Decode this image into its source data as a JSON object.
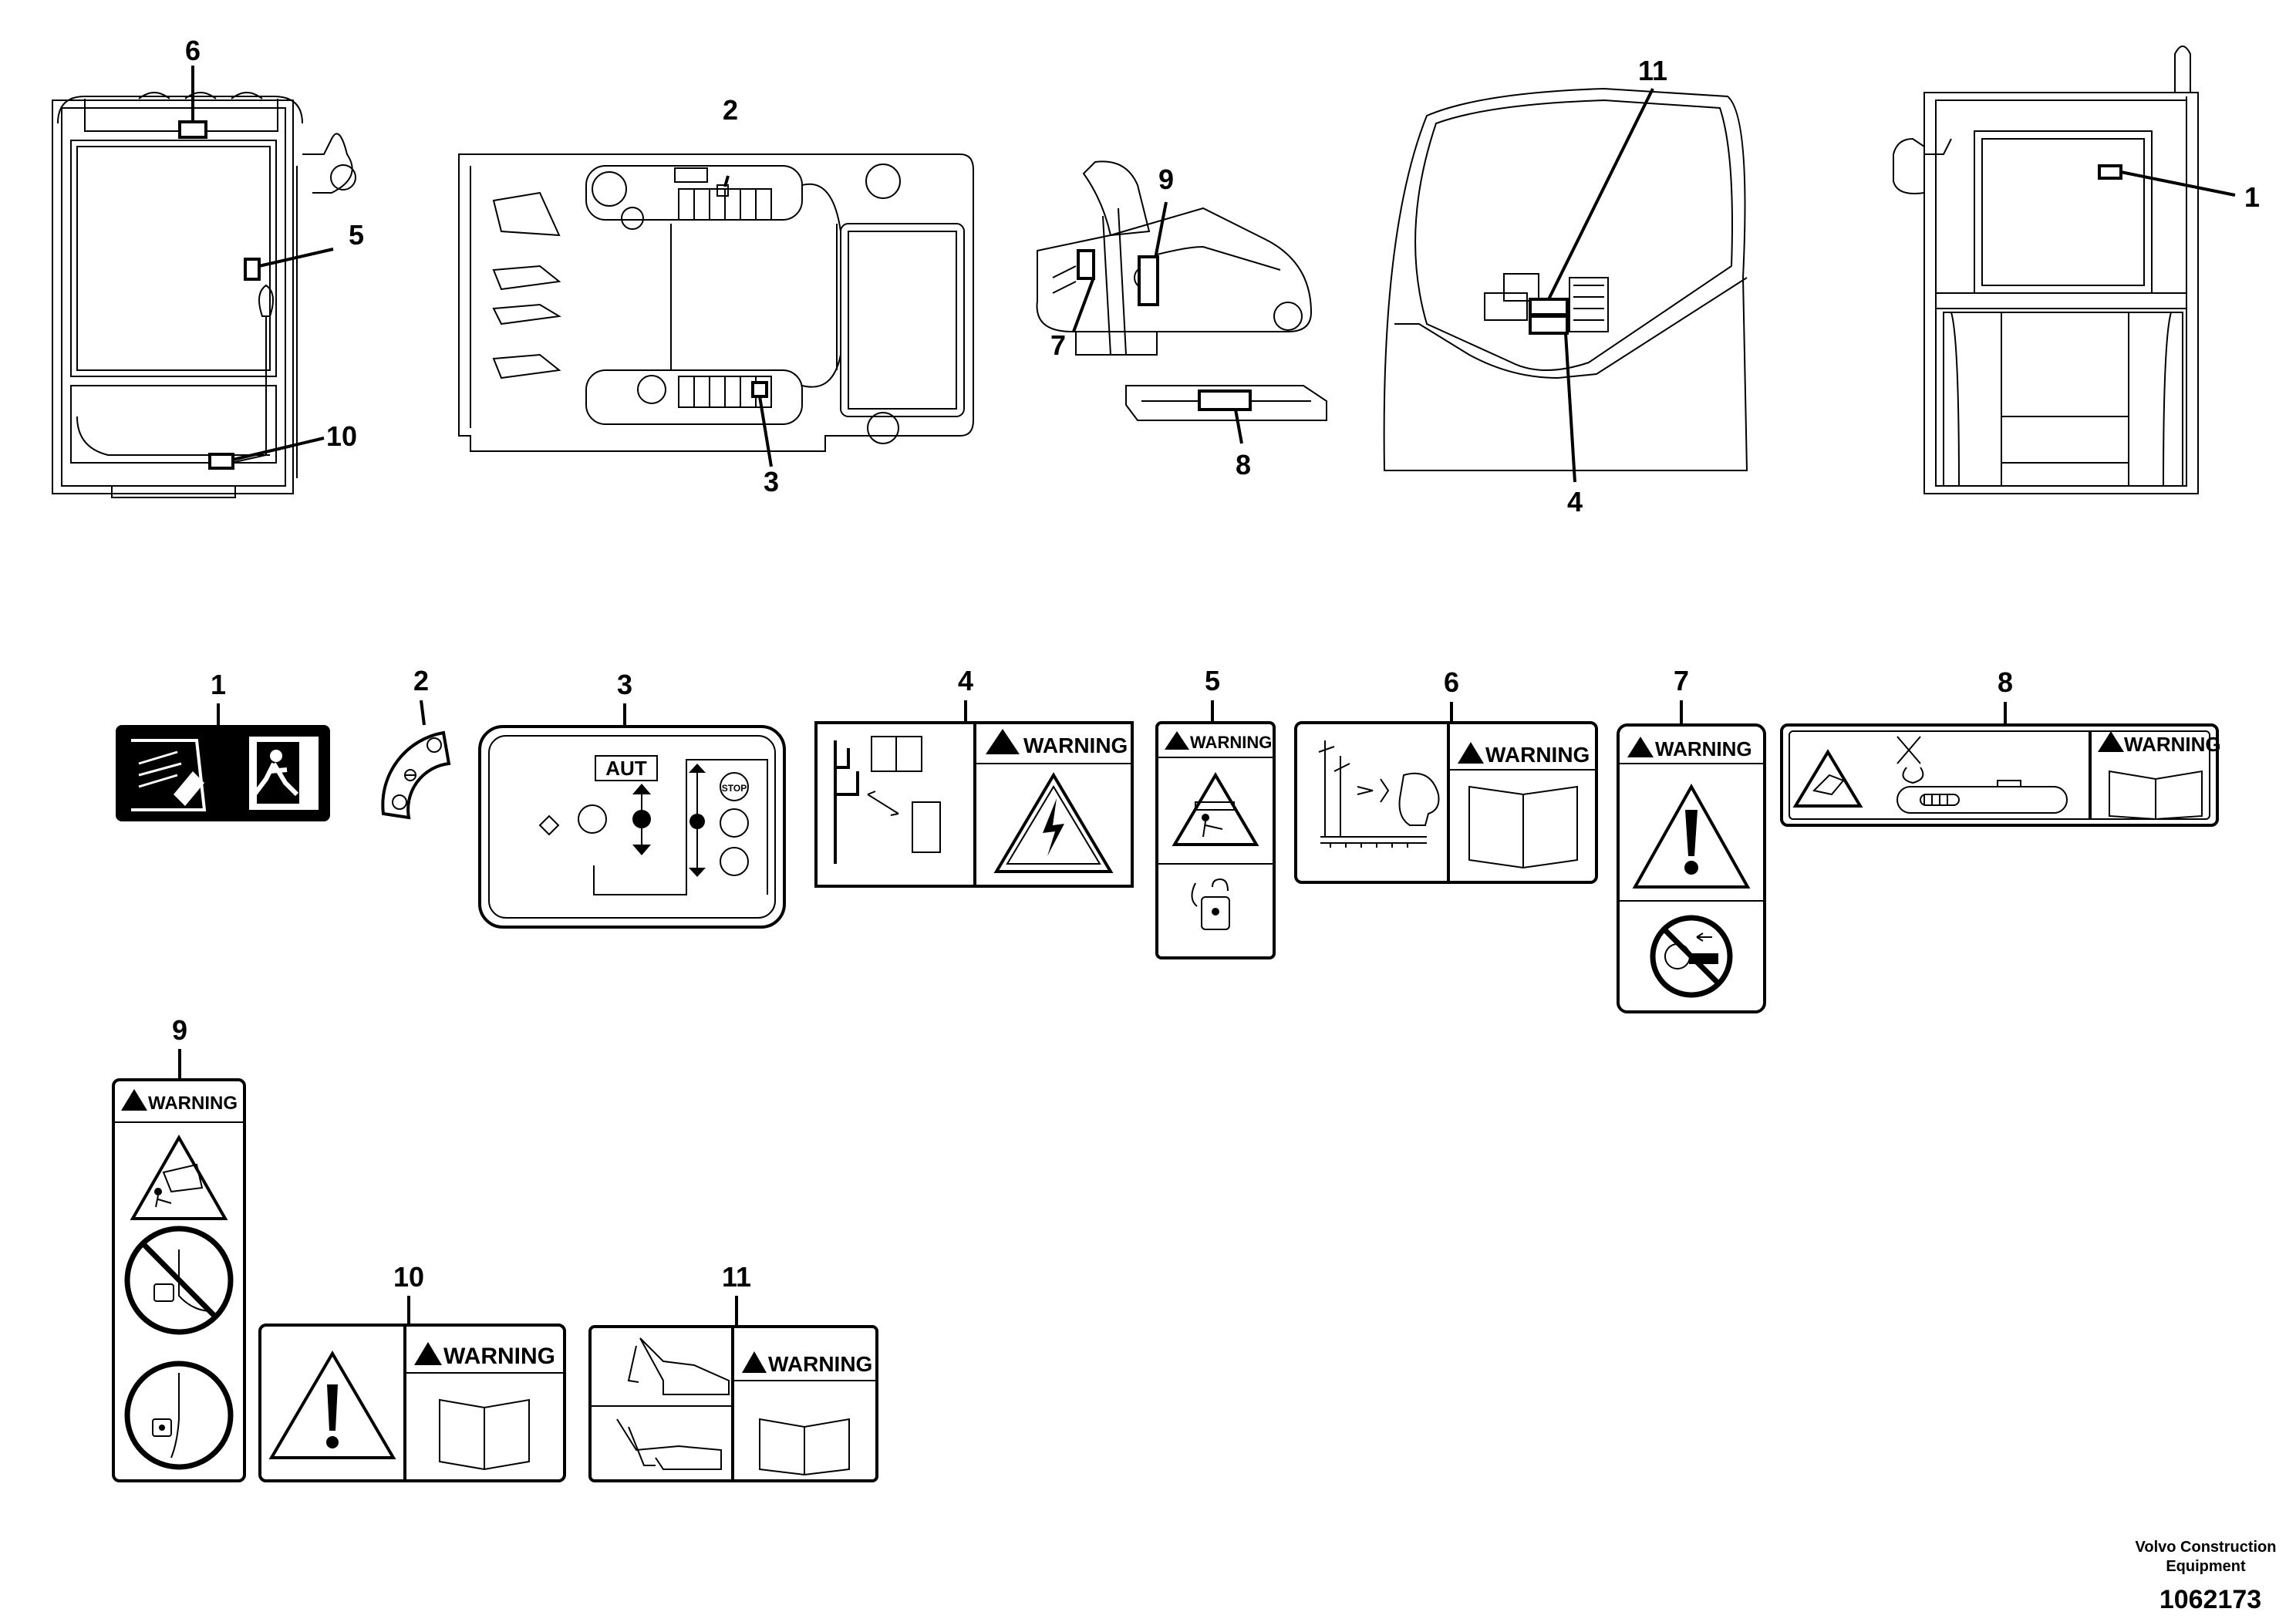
{
  "callouts": [
    "1",
    "2",
    "3",
    "4",
    "5",
    "6",
    "7",
    "8",
    "9",
    "10",
    "11"
  ],
  "labels": {
    "aut": "AUT",
    "stop": "STOP",
    "warning": "WARNING"
  },
  "footer": {
    "brand_line1": "Volvo Construction",
    "brand_line2": "Equipment",
    "drawing_number": "1062173"
  }
}
